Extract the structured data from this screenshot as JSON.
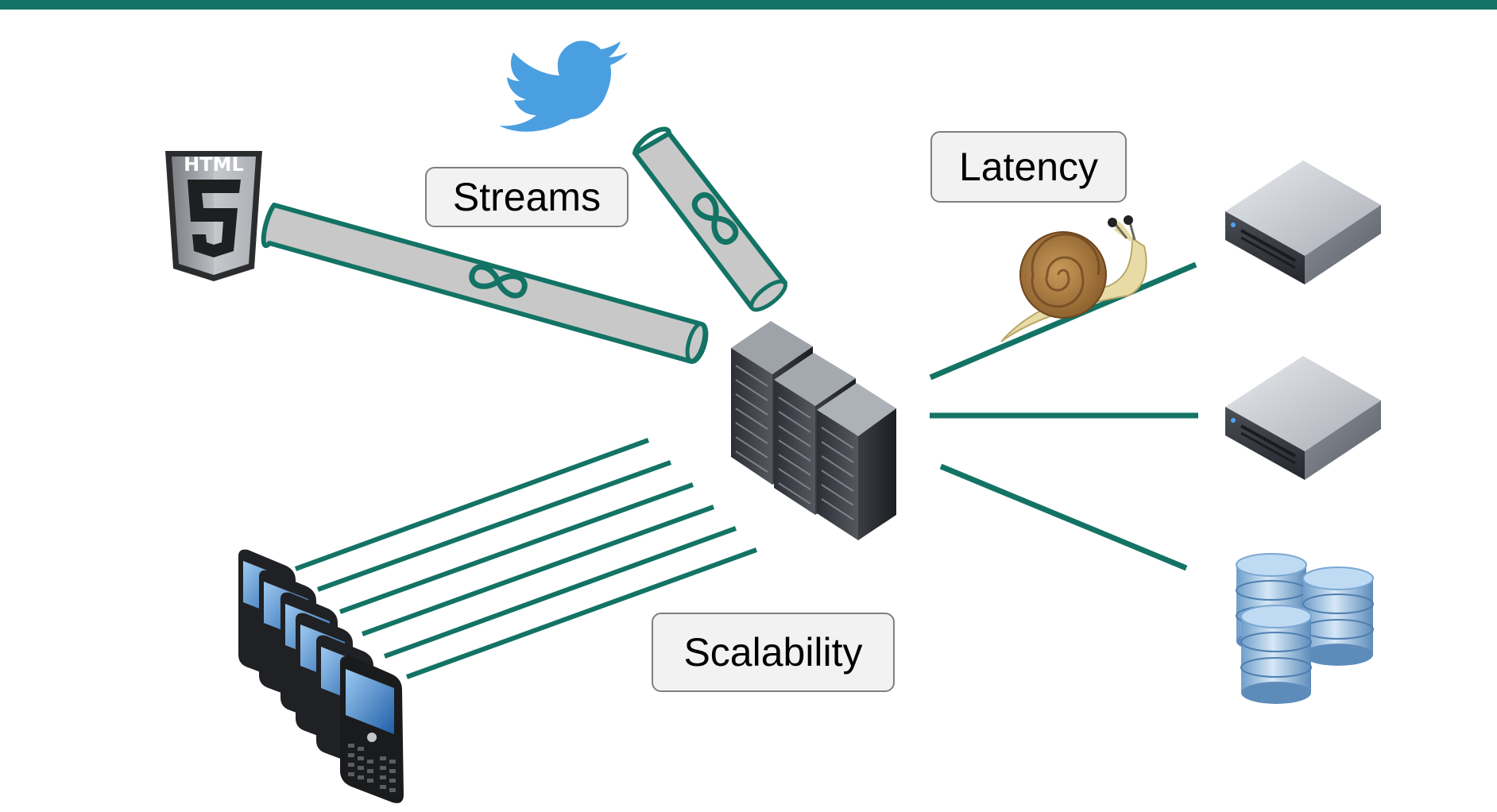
{
  "colors": {
    "accent": "#137364",
    "pipe_fill": "#c8c8c8",
    "twitter_blue": "#4a9fe0",
    "label_bg": "#f2f2f2",
    "label_border": "#7f7f7f"
  },
  "html5_logo": {
    "text": "HTML",
    "number": "5"
  },
  "labels": {
    "streams": "Streams",
    "latency": "Latency",
    "scalability": "Scalability"
  },
  "icons": {
    "twitter": "twitter-bird-icon",
    "html5": "html5-shield-icon",
    "server_rack": "server-rack-icon",
    "server": "server-icon",
    "database": "database-icon",
    "phone": "smartphone-icon",
    "snail": "snail-icon",
    "infinity": "infinity-icon"
  }
}
